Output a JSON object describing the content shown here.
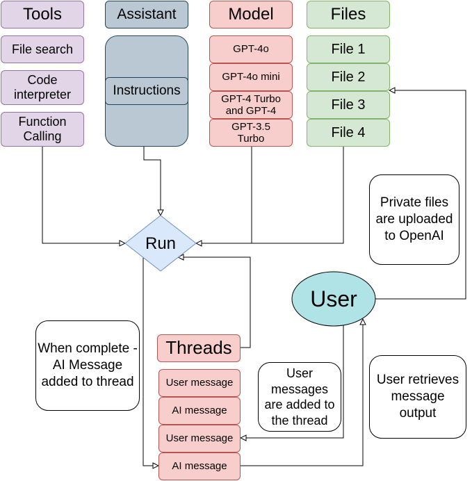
{
  "headers": {
    "tools": "Tools",
    "assistant": "Assistant",
    "model": "Model",
    "files": "Files"
  },
  "tools": {
    "items": [
      "File search",
      "Code interpreter",
      "Function Calling"
    ]
  },
  "assistant": {
    "instructions": "Instructions"
  },
  "models": {
    "items": [
      "GPT-4o",
      "GPT-4o mini",
      "GPT-4 Turbo and GPT-4",
      "GPT-3.5 Turbo"
    ]
  },
  "files": {
    "items": [
      "File 1",
      "File 2",
      "File 3",
      "File 4"
    ]
  },
  "run": {
    "label": "Run"
  },
  "user": {
    "label": "User"
  },
  "threads": {
    "title": "Threads",
    "messages": [
      "User message",
      "AI message",
      "User message",
      "AI message"
    ]
  },
  "notes": {
    "private_files": "Private files are uploaded to OpenAI",
    "when_complete": "When complete - AI Message added to thread",
    "user_messages": "User messages are added to the thread",
    "user_retrieves": "User retrieves message output"
  },
  "colors": {
    "tools_fill": "#e1d5e7",
    "assistant_fill": "#bac8d3",
    "model_fill": "#f8cecc",
    "files_fill": "#d5e8d4",
    "run_fill": "#dae8fc",
    "user_fill": "#b0e3e6",
    "threads_fill": "#f8cecc"
  }
}
